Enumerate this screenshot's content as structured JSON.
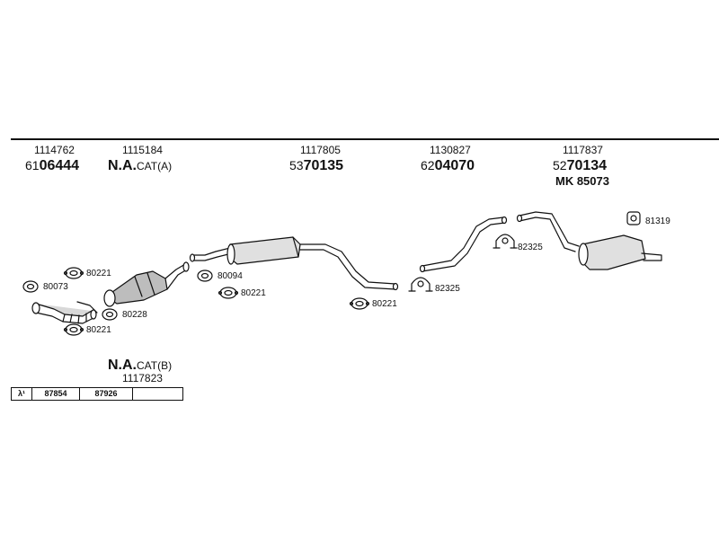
{
  "header_columns": [
    {
      "part_no": "1114762",
      "prefix": "61",
      "code": "06444"
    },
    {
      "part_no": "1115184",
      "na_text": "N.A.",
      "cat_text": "CAT(A)"
    },
    {
      "part_no": "1117805",
      "prefix": "53",
      "code": "70135"
    },
    {
      "part_no": "1130827",
      "prefix": "62",
      "code": "04070"
    },
    {
      "part_no": "1117837",
      "prefix": "52",
      "code": "70134",
      "kit": "MK 85073"
    }
  ],
  "footer_cat": {
    "na_text": "N.A.",
    "cat_text": "CAT(B)",
    "part_no": "1117823"
  },
  "labels": {
    "l80221_a": "80221",
    "l80073": "80073",
    "l80228": "80228",
    "l80221_b": "80221",
    "l80094": "80094",
    "l80221_c": "80221",
    "l80221_d": "80221",
    "l82325_a": "82325",
    "l82325_b": "82325",
    "l81319": "81319"
  },
  "lambda_table": {
    "symbol": "λ¹",
    "cells": [
      "87854",
      "87926",
      ""
    ]
  },
  "colors": {
    "line": "#111111",
    "fill_light": "#e6e6e6",
    "fill_mid": "#bdbdbd"
  }
}
